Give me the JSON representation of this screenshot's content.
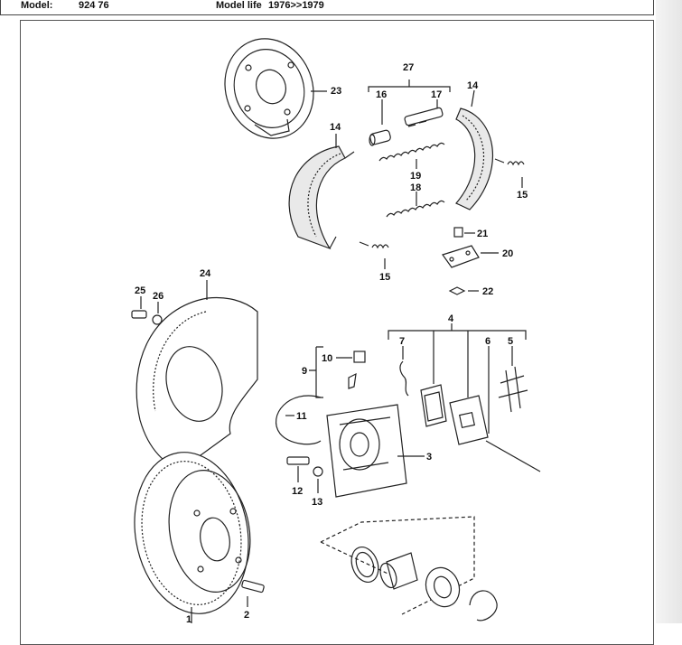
{
  "header": {
    "model_label": "Model:",
    "model_value": "924 76",
    "life_label": "Model life",
    "life_value": "1976>>1979"
  },
  "parts": {
    "p23": "23",
    "p27": "27",
    "p16": "16",
    "p17": "17",
    "p14a": "14",
    "p14b": "14",
    "p19": "19",
    "p18": "18",
    "p15a": "15",
    "p15b": "15",
    "p21": "21",
    "p20": "20",
    "p22": "22",
    "p24": "24",
    "p25": "25",
    "p26": "26",
    "p4": "4",
    "p7": "7",
    "p6": "6",
    "p5": "5",
    "p10": "10",
    "p9": "9",
    "p11": "11",
    "p3": "3",
    "p12": "12",
    "p13": "13",
    "p1": "1",
    "p2": "2"
  }
}
